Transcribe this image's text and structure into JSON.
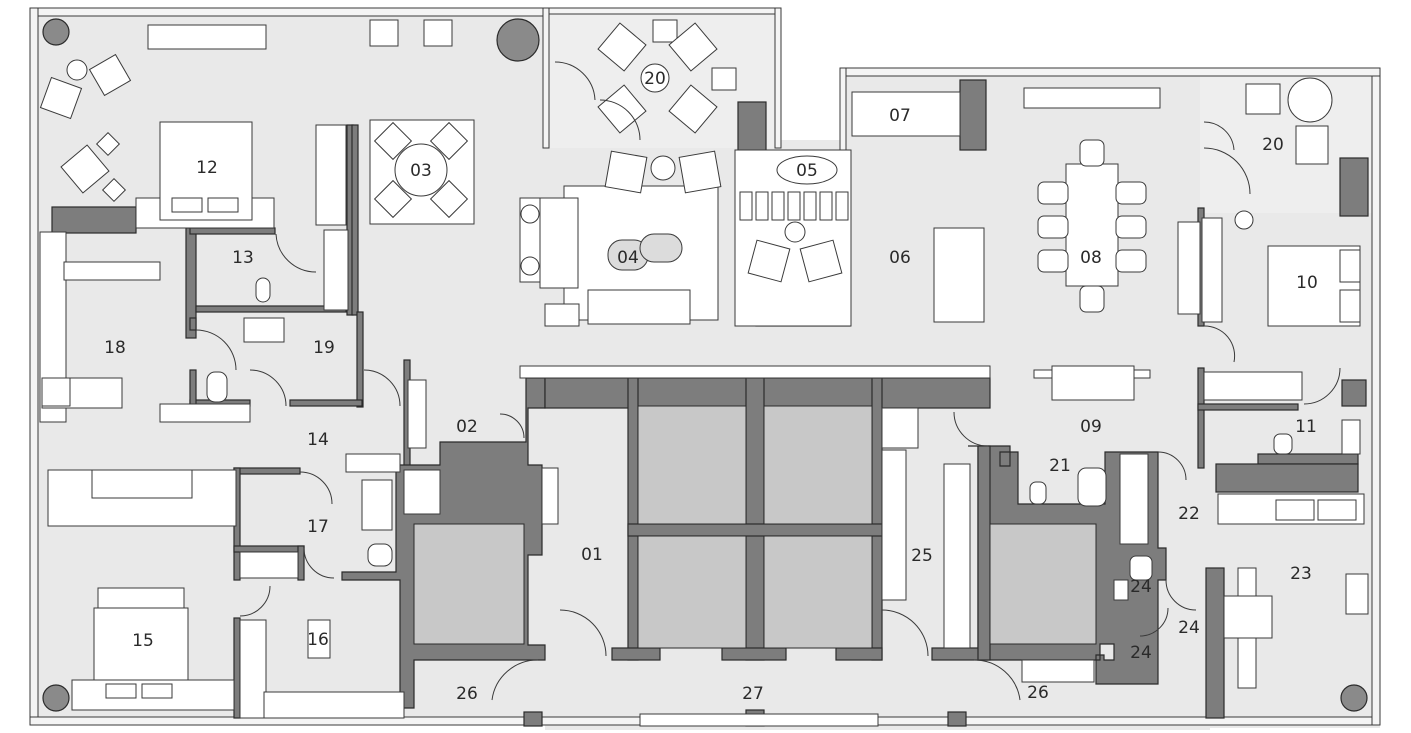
{
  "plan": {
    "rooms": [
      {
        "id": "r01",
        "label": "01"
      },
      {
        "id": "r02",
        "label": "02"
      },
      {
        "id": "r03",
        "label": "03"
      },
      {
        "id": "r04",
        "label": "04"
      },
      {
        "id": "r05",
        "label": "05"
      },
      {
        "id": "r06",
        "label": "06"
      },
      {
        "id": "r07",
        "label": "07"
      },
      {
        "id": "r08",
        "label": "08"
      },
      {
        "id": "r09",
        "label": "09"
      },
      {
        "id": "r10",
        "label": "10"
      },
      {
        "id": "r11",
        "label": "11"
      },
      {
        "id": "r12",
        "label": "12"
      },
      {
        "id": "r13",
        "label": "13"
      },
      {
        "id": "r14",
        "label": "14"
      },
      {
        "id": "r15",
        "label": "15"
      },
      {
        "id": "r16",
        "label": "16"
      },
      {
        "id": "r17",
        "label": "17"
      },
      {
        "id": "r18",
        "label": "18"
      },
      {
        "id": "r19",
        "label": "19"
      },
      {
        "id": "r20a",
        "label": "20"
      },
      {
        "id": "r20b",
        "label": "20"
      },
      {
        "id": "r21",
        "label": "21"
      },
      {
        "id": "r22",
        "label": "22"
      },
      {
        "id": "r23",
        "label": "23"
      },
      {
        "id": "r24a",
        "label": "24"
      },
      {
        "id": "r24b",
        "label": "24"
      },
      {
        "id": "r24c",
        "label": "24"
      },
      {
        "id": "r25",
        "label": "25"
      },
      {
        "id": "r26a",
        "label": "26"
      },
      {
        "id": "r26b",
        "label": "26"
      },
      {
        "id": "r27",
        "label": "27"
      }
    ]
  }
}
